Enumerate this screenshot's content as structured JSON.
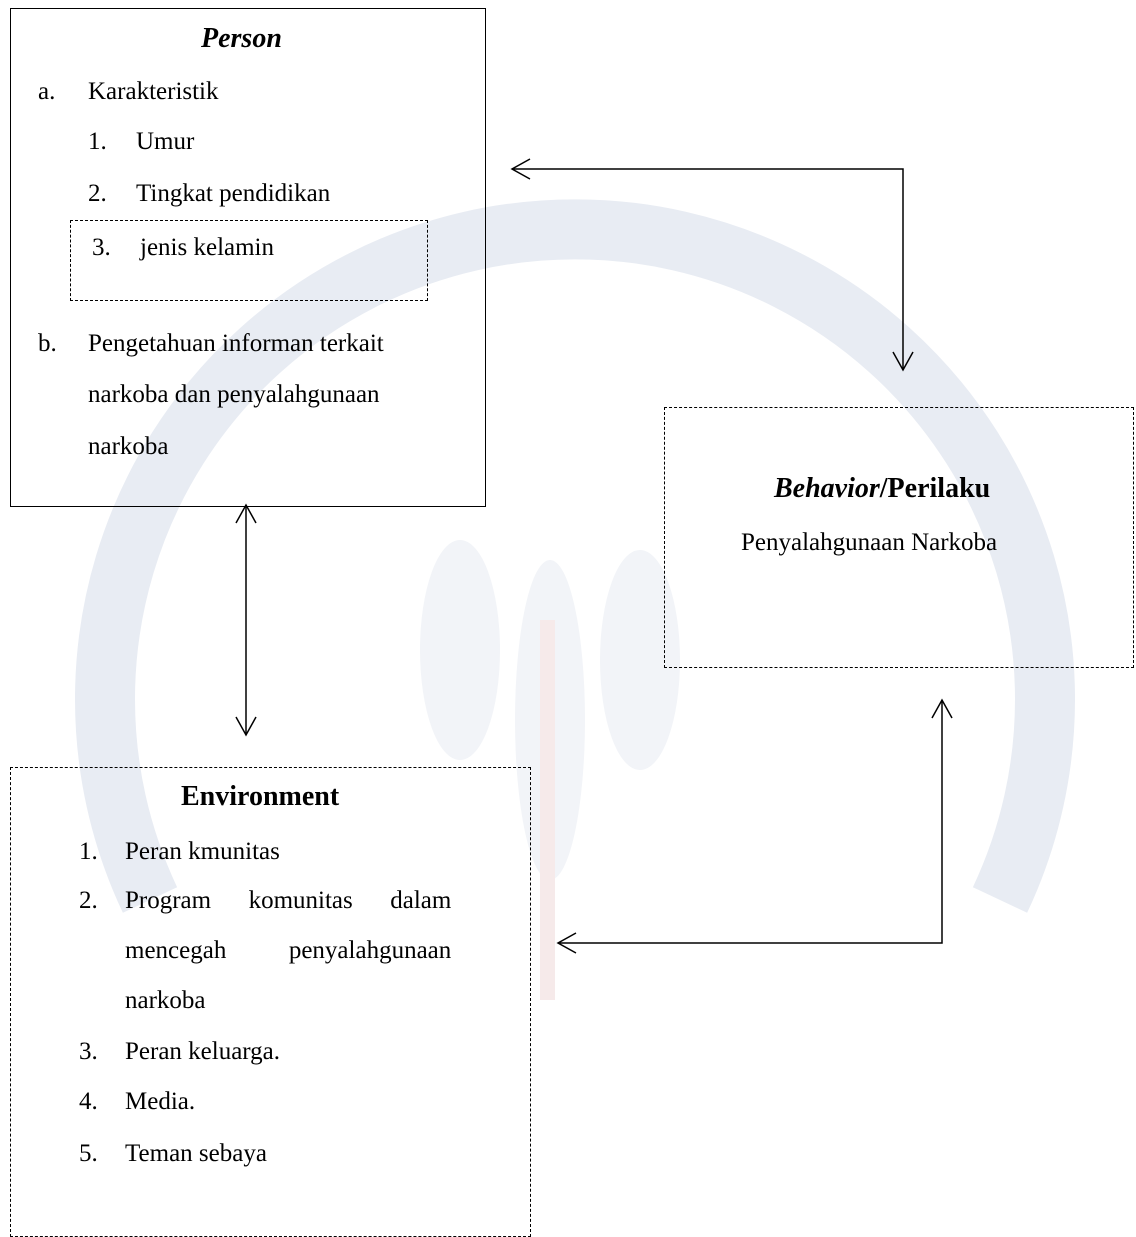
{
  "person": {
    "title": "Person",
    "a_marker": "a.",
    "a_label": "Karakteristik",
    "items": [
      {
        "num": "1.",
        "label": "Umur"
      },
      {
        "num": "2.",
        "label": "Tingkat pendidikan"
      },
      {
        "num": "3.",
        "label": "jenis kelamin"
      }
    ],
    "b_marker": "b.",
    "b_lines": [
      "Pengetahuan informan terkait",
      "narkoba dan penyalahgunaan",
      "narkoba"
    ]
  },
  "behavior": {
    "title_italic": "Behavior",
    "title_rest": "/Perilaku",
    "subtitle": "Penyalahgunaan Narkoba"
  },
  "environment": {
    "title": "Environment",
    "items": [
      {
        "num": "1.",
        "lines": [
          "Peran  kmunitas"
        ]
      },
      {
        "num": "2.",
        "lines": [
          "Program      komunitas      dalam",
          "mencegah          penyalahgunaan",
          "narkoba"
        ]
      },
      {
        "num": "3.",
        "lines": [
          "Peran keluarga."
        ]
      },
      {
        "num": "4.",
        "lines": [
          "Media."
        ]
      },
      {
        "num": "5.",
        "lines": [
          "Teman sebaya"
        ]
      }
    ]
  },
  "colors": {
    "line": "#000000",
    "background": "#ffffff"
  },
  "watermark_icon": "university-seal-watermark"
}
